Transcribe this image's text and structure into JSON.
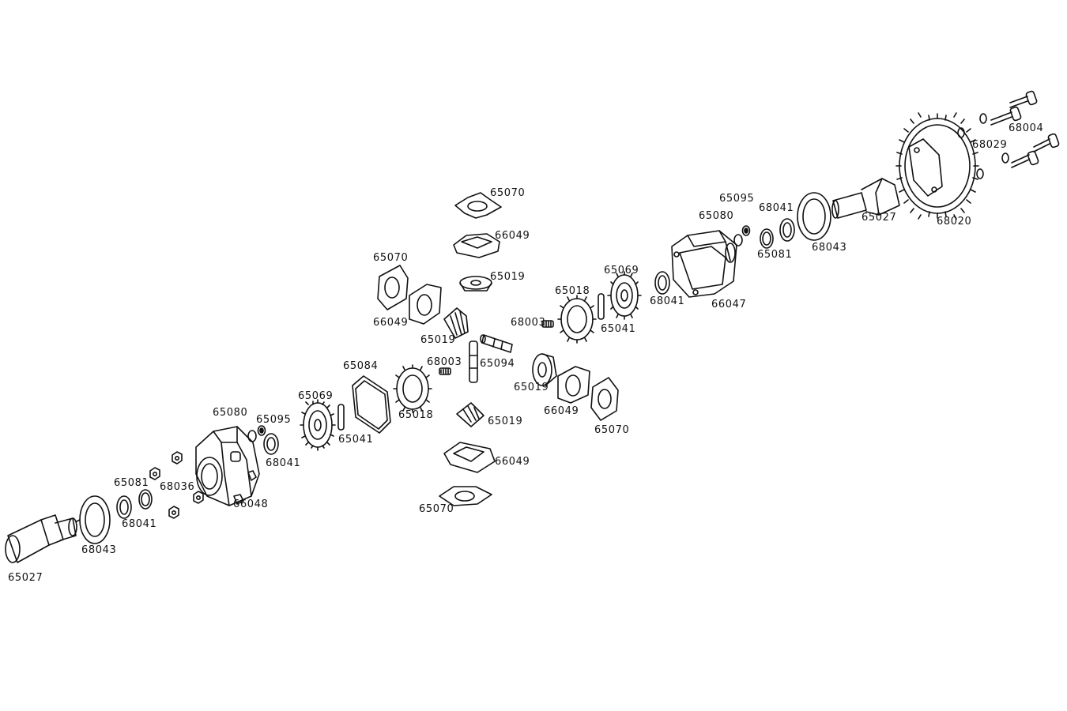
{
  "labels": [
    {
      "id": "l0",
      "text": "65070"
    },
    {
      "id": "l1",
      "text": "66049"
    },
    {
      "id": "l2",
      "text": "65070"
    },
    {
      "id": "l3",
      "text": "65019"
    },
    {
      "id": "l4",
      "text": "66049"
    },
    {
      "id": "l5",
      "text": "65019"
    },
    {
      "id": "l6",
      "text": "65069"
    },
    {
      "id": "l7",
      "text": "65018"
    },
    {
      "id": "l8",
      "text": "68003"
    },
    {
      "id": "l9",
      "text": "65041"
    },
    {
      "id": "l10",
      "text": "65094"
    },
    {
      "id": "l11",
      "text": "68003"
    },
    {
      "id": "l12",
      "text": "65084"
    },
    {
      "id": "l13",
      "text": "65019"
    },
    {
      "id": "l14",
      "text": "66049"
    },
    {
      "id": "l15",
      "text": "65070"
    },
    {
      "id": "l16",
      "text": "65018"
    },
    {
      "id": "l17",
      "text": "65019"
    },
    {
      "id": "l18",
      "text": "65069"
    },
    {
      "id": "l19",
      "text": "65041"
    },
    {
      "id": "l20",
      "text": "66049"
    },
    {
      "id": "l21",
      "text": "65070"
    },
    {
      "id": "l22",
      "text": "65080"
    },
    {
      "id": "l23",
      "text": "65095"
    },
    {
      "id": "l24",
      "text": "68041"
    },
    {
      "id": "l25",
      "text": "65081"
    },
    {
      "id": "l26",
      "text": "68036"
    },
    {
      "id": "l27",
      "text": "66048"
    },
    {
      "id": "l28",
      "text": "68041"
    },
    {
      "id": "l29",
      "text": "68043"
    },
    {
      "id": "l30",
      "text": "65027"
    },
    {
      "id": "l31",
      "text": "65095"
    },
    {
      "id": "l32",
      "text": "65080"
    },
    {
      "id": "l33",
      "text": "68041"
    },
    {
      "id": "l34",
      "text": "65081"
    },
    {
      "id": "l35",
      "text": "68043"
    },
    {
      "id": "l36",
      "text": "68041"
    },
    {
      "id": "l37",
      "text": "66047"
    },
    {
      "id": "l38",
      "text": "65027"
    },
    {
      "id": "l39",
      "text": "68020"
    },
    {
      "id": "l40",
      "text": "68029"
    },
    {
      "id": "l41",
      "text": "68004"
    }
  ]
}
